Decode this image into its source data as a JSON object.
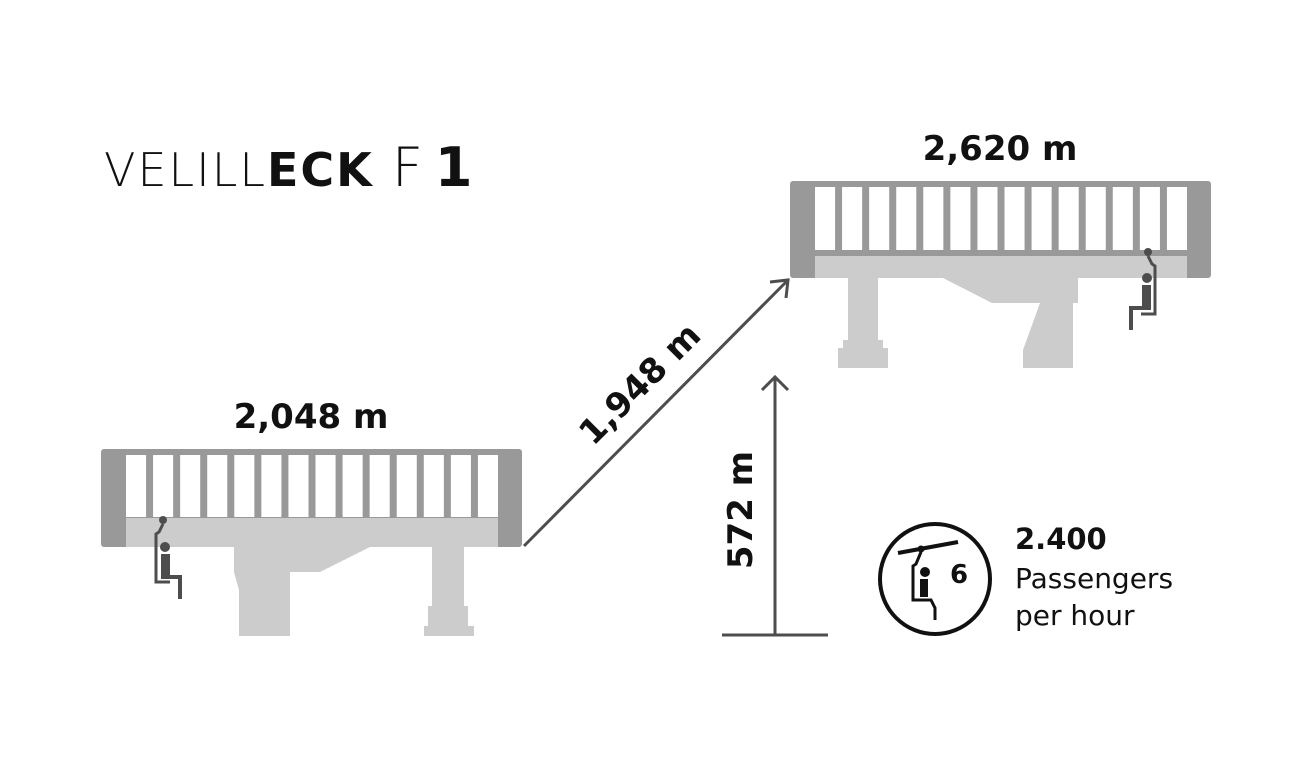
{
  "title": {
    "part1": "VELILL",
    "part2": "ECK",
    "part3": "F",
    "part4": "1"
  },
  "stations": {
    "top_elevation": "2,620 m",
    "bottom_elevation": "2,048 m"
  },
  "length_label": "1,948 m",
  "vertical_label": "572 m",
  "capacity": {
    "seats": "6",
    "value": "2.400",
    "line1": "Passengers",
    "line2": "per hour"
  },
  "colors": {
    "frame": "#999999",
    "deck": "#cccccc",
    "figure": "#4d4d4d",
    "text": "#111111"
  }
}
